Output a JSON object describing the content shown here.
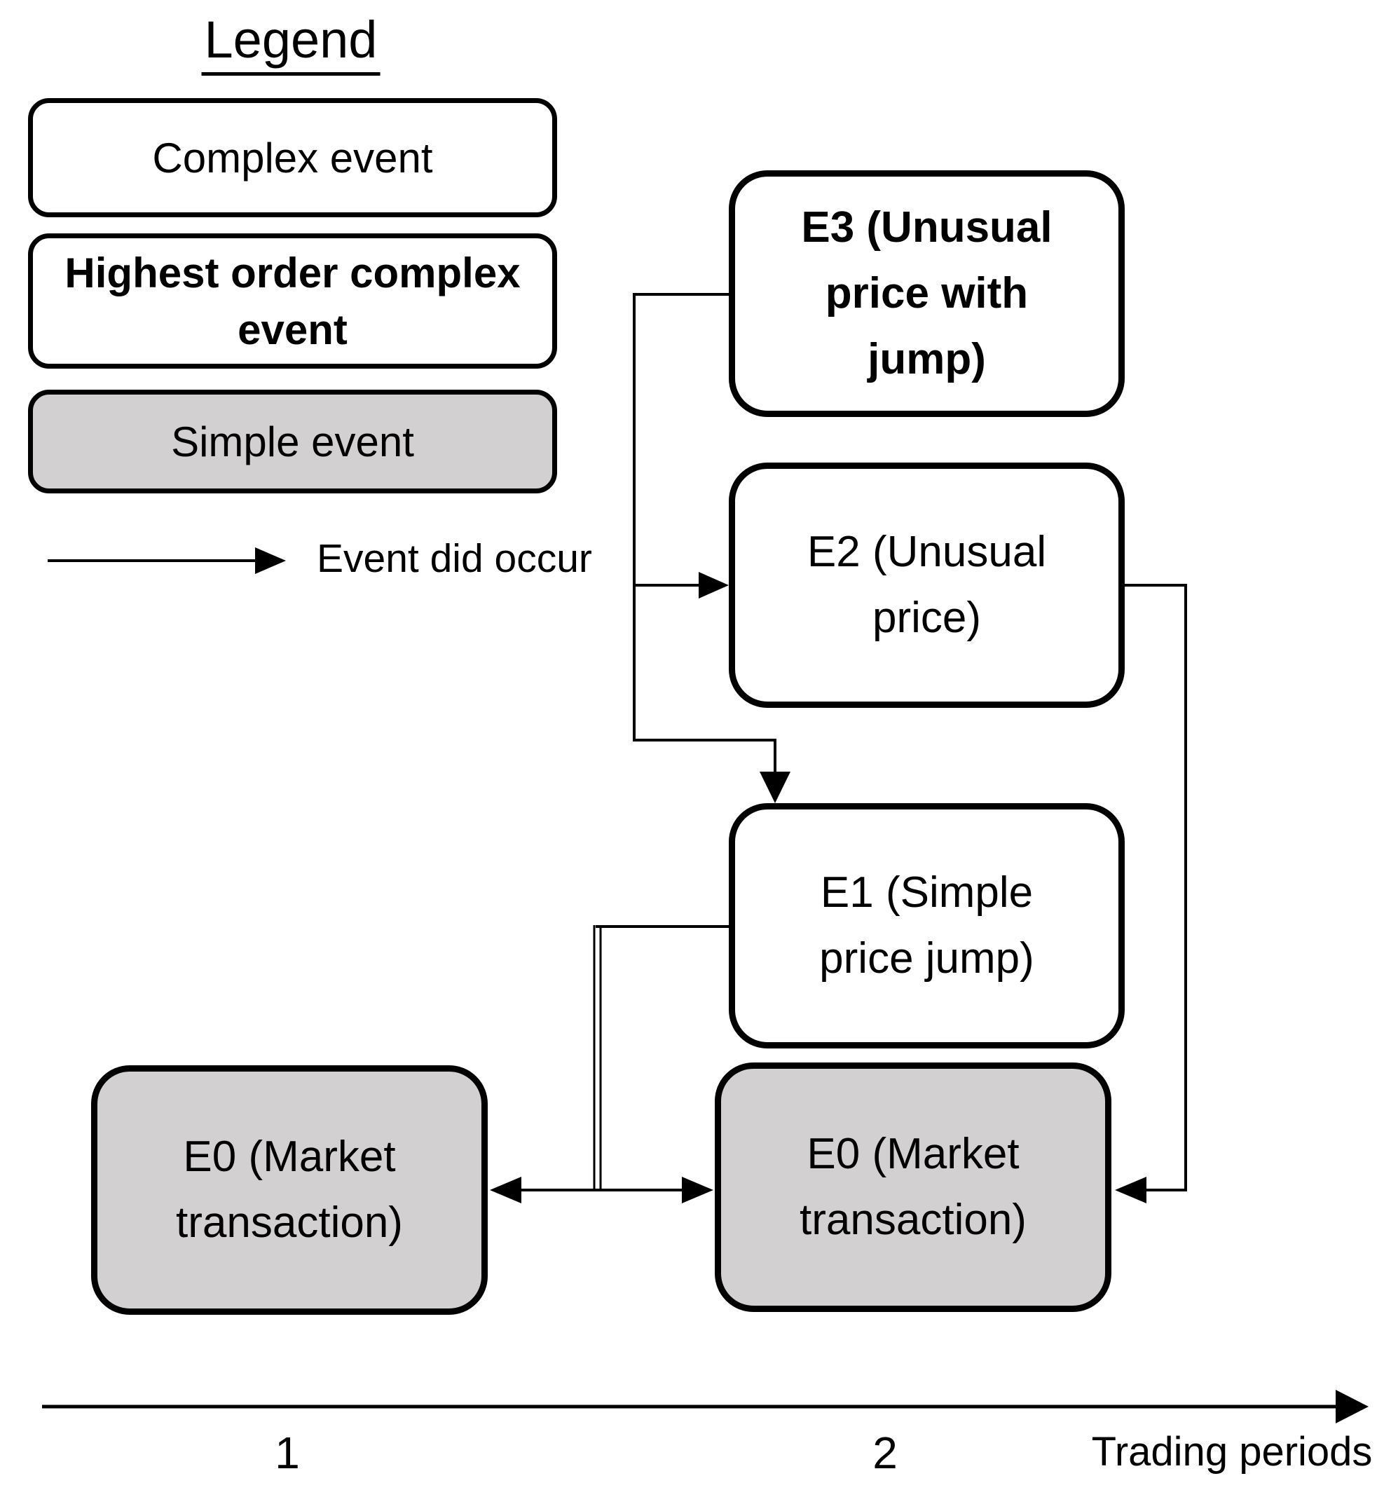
{
  "figure": {
    "legend": {
      "title": "Legend",
      "items": [
        {
          "label": "Complex event",
          "style": "complex"
        },
        {
          "label": "Highest order complex event",
          "style": "highest-order-complex"
        },
        {
          "label": "Simple event",
          "style": "simple"
        }
      ],
      "arrow_label": "Event did occur"
    },
    "nodes": [
      {
        "id": "E3",
        "label": "E3 (Unusual price with jump)",
        "kind": "highest-order-complex"
      },
      {
        "id": "E2",
        "label": "E2 (Unusual price)",
        "kind": "complex"
      },
      {
        "id": "E1",
        "label": "E1 (Simple price jump)",
        "kind": "complex"
      },
      {
        "id": "E0-period-1",
        "label": "E0 (Market transaction)",
        "kind": "simple"
      },
      {
        "id": "E0-period-2",
        "label": "E0 (Market transaction)",
        "kind": "simple"
      }
    ],
    "edges": [
      {
        "from": "E3",
        "to": "E2",
        "meaning": "Event did occur"
      },
      {
        "from": "E3",
        "to": "E1",
        "meaning": "Event did occur"
      },
      {
        "from": "E1",
        "to": "E0-period-1",
        "meaning": "Event did occur"
      },
      {
        "from": "E1",
        "to": "E0-period-2",
        "meaning": "Event did occur"
      },
      {
        "from": "E2",
        "to": "E0-period-2",
        "meaning": "Event did occur"
      }
    ],
    "axis": {
      "ticks": [
        "1",
        "2"
      ],
      "label": "Trading periods"
    },
    "colors": {
      "complex_fill": "#ffffff",
      "simple_fill": "#d2d0d0",
      "stroke": "#000000"
    }
  }
}
